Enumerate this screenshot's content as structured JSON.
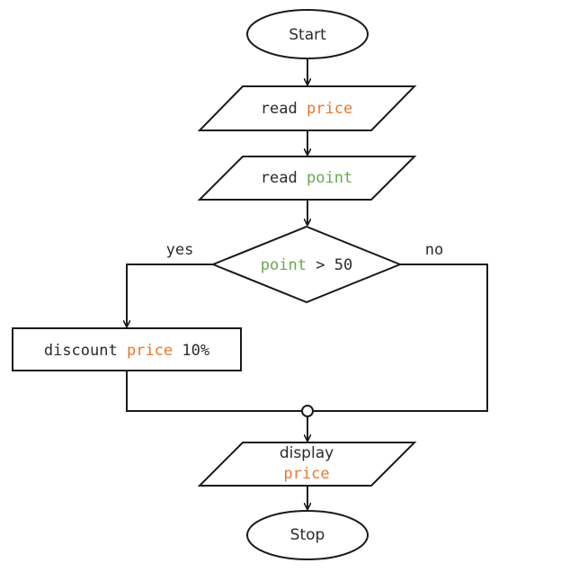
{
  "colors": {
    "keyword": "#2b2b2b",
    "var_price": "#e8782e",
    "var_point": "#6aa84f",
    "stroke": "#1a1a1a"
  },
  "nodes": {
    "start": {
      "label": "Start"
    },
    "read_price": {
      "keyword": "read",
      "variable": "price"
    },
    "read_point": {
      "keyword": "read",
      "variable": "point"
    },
    "decision": {
      "variable": "point",
      "operator": ">",
      "value": "50"
    },
    "discount": {
      "keyword": "discount",
      "variable": "price",
      "value": "10%"
    },
    "display": {
      "keyword": "display",
      "variable": "price"
    },
    "stop": {
      "label": "Stop"
    }
  },
  "edges": {
    "yes_label": "yes",
    "no_label": "no"
  }
}
